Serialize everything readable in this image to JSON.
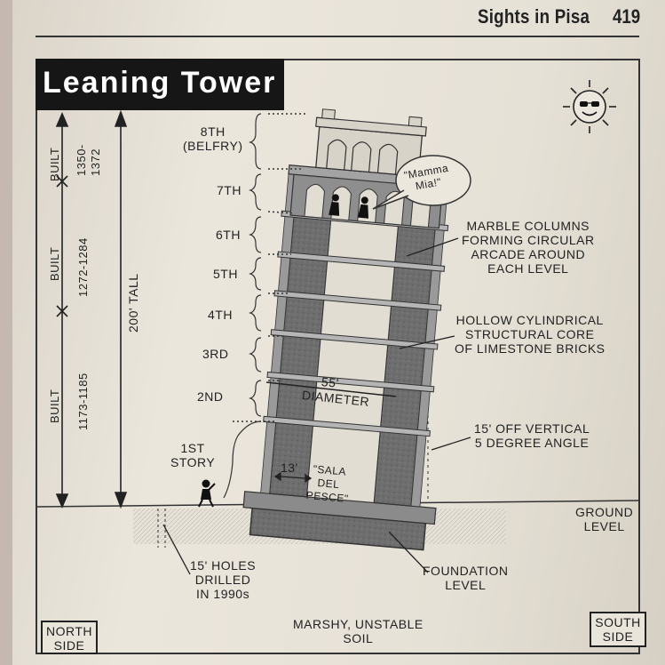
{
  "header": {
    "section_title": "Sights in Pisa",
    "page_number": "419"
  },
  "diagram": {
    "title": "Leaning Tower",
    "floors": [
      "8TH\n(BELFRY)",
      "7TH",
      "6TH",
      "5TH",
      "4TH",
      "3RD",
      "2ND",
      "1ST\nSTORY"
    ],
    "timeline": [
      {
        "label": "BUILT",
        "years": "1350-\n1372"
      },
      {
        "label": "BUILT",
        "years": "1272-1284"
      },
      {
        "label": "BUILT",
        "years": "1173-1185"
      }
    ],
    "height": "200' TALL",
    "speech": "\"Mamma\nMia!\"",
    "callouts": {
      "columns": "MARBLE COLUMNS\nFORMING CIRCULAR\nARCADE AROUND\nEACH LEVEL",
      "core": "HOLLOW CYLINDRICAL\nSTRUCTURAL CORE\nOF LIMESTONE BRICKS",
      "lean": "15' OFF VERTICAL\n5 DEGREE ANGLE",
      "diameter_value": "55'",
      "diameter_label": "DIAMETER",
      "wall": "13'",
      "sala": "\"SALA\nDEL\nPESCE\"",
      "ground": "GROUND\nLEVEL",
      "foundation": "FOUNDATION\nLEVEL",
      "holes": "15' HOLES\nDRILLED\nIN 1990s",
      "soil": "MARSHY, UNSTABLE\nSOIL",
      "north": "NORTH\nSIDE",
      "south": "SOUTH\nSIDE"
    },
    "colors": {
      "tower_stone": "#6b6b6b",
      "banner": "#161616"
    }
  }
}
